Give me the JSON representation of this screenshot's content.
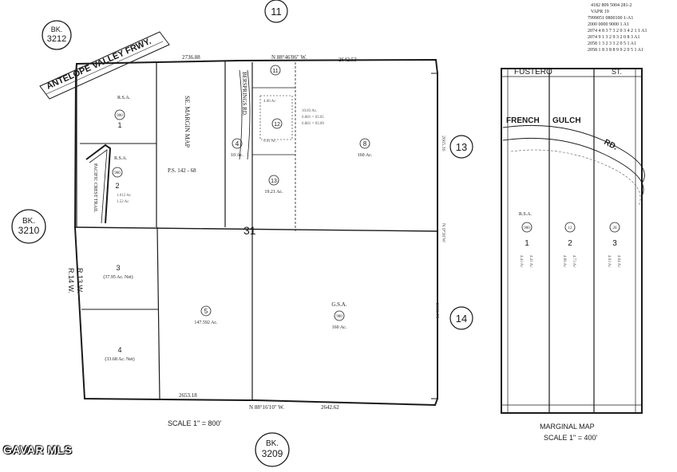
{
  "map": {
    "book_refs": [
      "BK.",
      "3212",
      "3210",
      "3209"
    ],
    "adjacent_pages": [
      "11",
      "13",
      "14"
    ],
    "road_freeway": "ANTELOPE VALLEY FRWY.",
    "section_number": "31",
    "range_labels": [
      "R.14 W.",
      "R.13 W."
    ],
    "trail_label": "PACIFIC CREST TRAIL",
    "se_margin_label": "SE. MARGIN MAP",
    "ps_label": "P.S. 142 - 68",
    "boundary_top": "N 88°46'06\" W.",
    "boundary_bottom": "N 88°16'10\" W.",
    "dist_top": "2642.53",
    "dist_top_left": "2736.88",
    "dist_bottom": "2642.62",
    "dist_bottom_left": "2653.18",
    "scale_main": "SCALE 1\" = 800'",
    "parcels": [
      {
        "num": "1",
        "area": ""
      },
      {
        "num": "2",
        "area": ""
      },
      {
        "num": "3",
        "area": "(37.95 Ac. Net)"
      },
      {
        "num": "4",
        "area": "(33.68 Ac. Net)"
      },
      {
        "num": "5",
        "area": "147.592 Ac."
      },
      {
        "num": "4",
        "area": "10 Ac."
      },
      {
        "num": "8",
        "area": "160 Ac."
      },
      {
        "num": "13",
        "area": "19.21 Ac."
      },
      {
        "num": "12",
        "area": ""
      },
      {
        "num": "11",
        "area": ""
      }
    ],
    "badges": [
      "900",
      "900",
      "900"
    ],
    "rsa_labels": [
      "R.S.A.",
      "R.S.A."
    ],
    "gsa_label": "G.S.A.",
    "gsa_area": "160 Ac.",
    "road_label_vertical": "BERSPRINGS RD."
  },
  "marginal": {
    "street": "FUSTERO",
    "street_suffix": "ST.",
    "road": "FRENCH",
    "road2": "GULCH",
    "road_suffix": "RD.",
    "lots": [
      "1",
      "2",
      "3"
    ],
    "lot_badges": [
      "900",
      "12",
      "20"
    ],
    "rsa": "R.S.A.",
    "title": "MARGINAL MAP",
    "scale": "SCALE 1\" = 400'"
  },
  "watermark": "GAVAR MLS"
}
